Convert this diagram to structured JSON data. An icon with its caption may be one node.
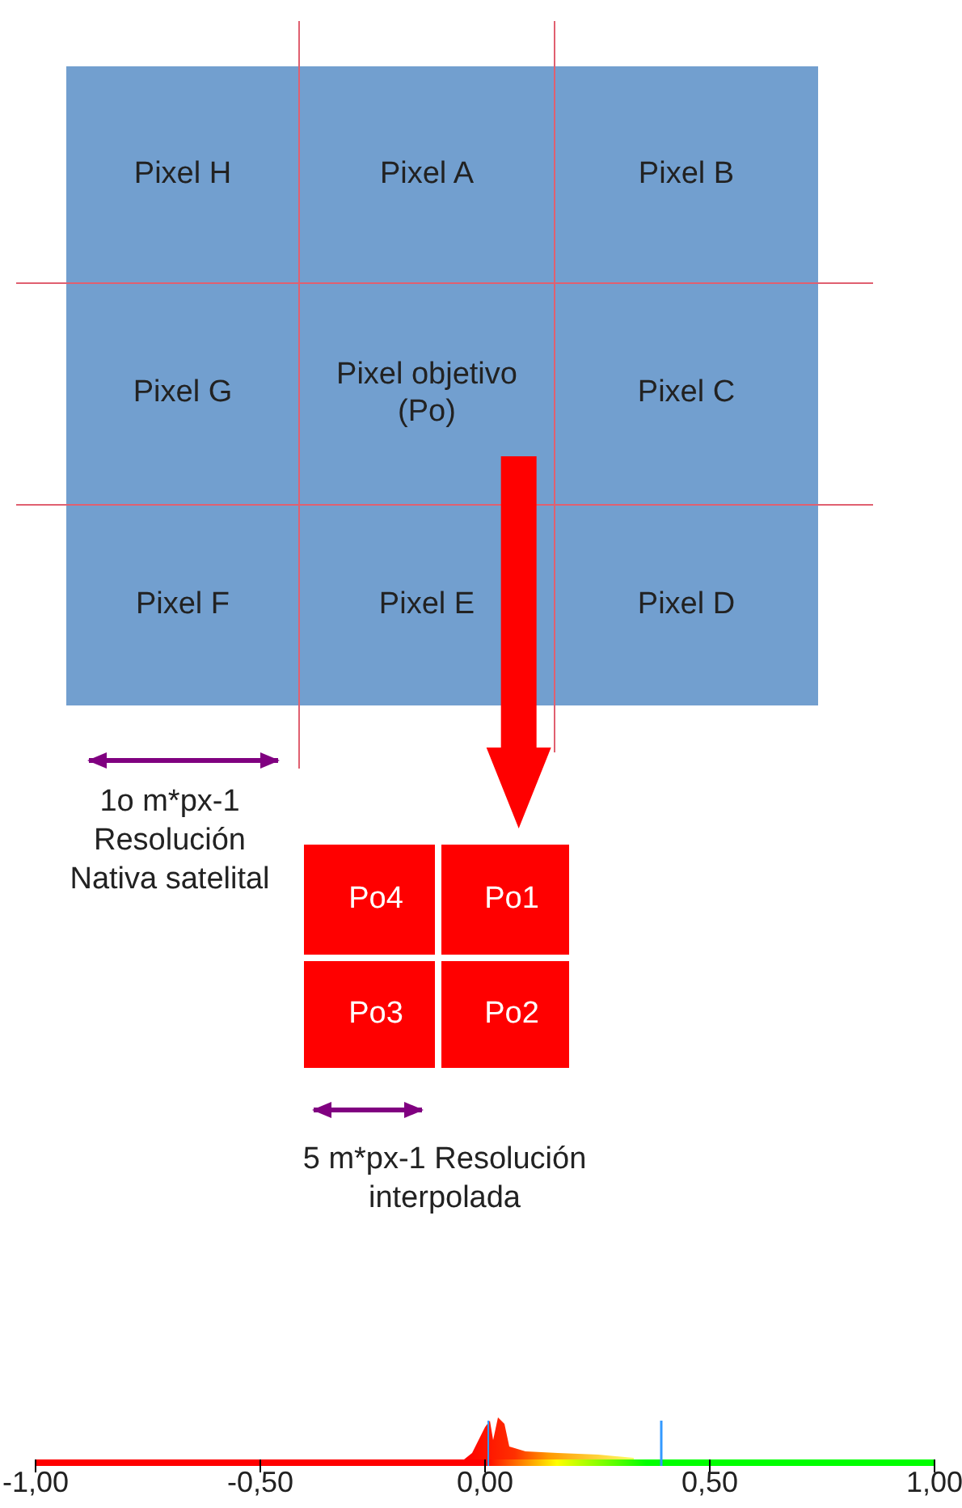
{
  "diagram": {
    "nodes": [
      {
        "text": [],
        "shape": "box"
      },
      {
        "text": [
          "Pixel H"
        ],
        "in": 0
      },
      {
        "text": [
          "Pixel A"
        ],
        "in": 0
      },
      {
        "text": [
          "Pixel B"
        ],
        "in": 0
      },
      {
        "text": [
          "Pixel G"
        ],
        "in": 0
      },
      {
        "text": [
          "Pixel objetivo (Po)"
        ],
        "in": 0
      },
      {
        "text": [
          "Pixel C"
        ],
        "in": 0
      },
      {
        "text": [
          "Pixel F"
        ],
        "in": 0
      },
      {
        "text": [
          "Pixel E"
        ],
        "in": 0
      },
      {
        "text": [
          "Pixel D"
        ],
        "in": 0
      },
      {
        "text": [],
        "shape": "box"
      },
      {
        "text": [
          "Po4"
        ],
        "in": 10
      },
      {
        "text": [
          "Po1"
        ],
        "in": 10
      },
      {
        "text": [
          "Po3"
        ],
        "in": 10
      },
      {
        "text": [
          "Po2"
        ],
        "in": 10
      }
    ],
    "edges": [
      {
        "from": 5,
        "to": 10,
        "arrow": "to",
        "color": "#ff0000"
      }
    ],
    "labels": [
      "1o m*px-1 Resolución Nativa satelital",
      "5 m*px-1 Resolución interpolada",
      "-1,00",
      "-0,50",
      "0,00",
      "0,50",
      "1,00"
    ]
  }
}
